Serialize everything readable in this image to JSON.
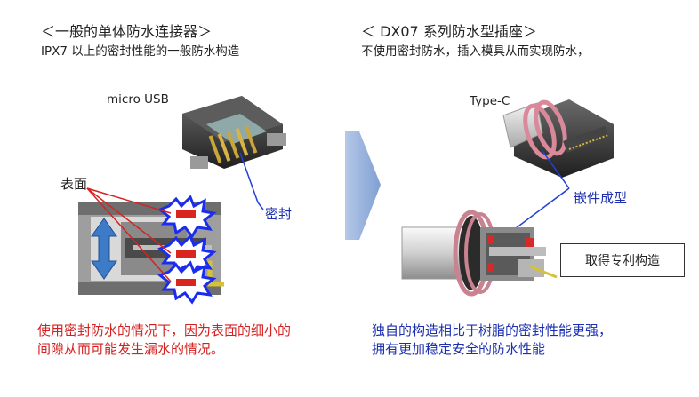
{
  "left": {
    "heading": "＜一般的单体防水连接器＞",
    "subheading": "IPX7 以上的密封性能的一般防水构造",
    "connector_label": "micro USB",
    "surface_label": "表面",
    "seal_label": "密封",
    "note_line1": "使用密封防水的情况下，因为表面的细小的",
    "note_line2": "间隙从而可能发生漏水的情况。"
  },
  "right": {
    "heading": "＜ DX07 系列防水型插座＞",
    "subheading": "不使用密封防水，插入模具从而实现防水，",
    "connector_label": "Type-C",
    "molding_label": "嵌件成型",
    "patent_label": "取得专利构造",
    "note_line1": "独自的构造相比于树脂的密封性能更强，",
    "note_line2": "拥有更加稳定安全的防水性能"
  },
  "icons": {
    "transition_arrow": "right-arrow-icon"
  },
  "colors": {
    "red_text": "#d4201f",
    "blue_text": "#1b2fb0",
    "arrow_fill": "#9db5dc",
    "seal_pink": "#d9899a"
  }
}
